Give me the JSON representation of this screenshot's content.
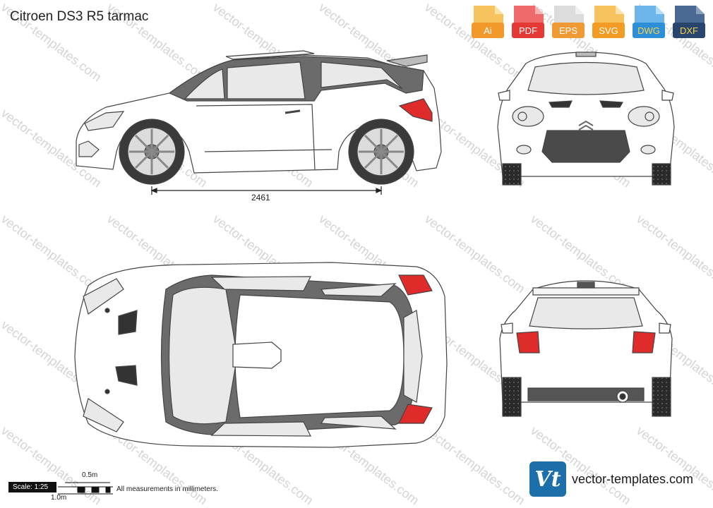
{
  "title": "Citroen DS3 R5 tarmac",
  "formats": [
    {
      "label": "Ai",
      "color": "#f19a2b"
    },
    {
      "label": "PDF",
      "color": "#e53935"
    },
    {
      "label": "EPS",
      "color": "#ef9a32"
    },
    {
      "label": "SVG",
      "color": "#f39c24"
    },
    {
      "label": "DWG",
      "color": "#2d8fd8"
    },
    {
      "label": "DXF",
      "color": "#27456d"
    }
  ],
  "dimension": "2461",
  "scale": {
    "label": "Scale: 1:25",
    "half": "0.5m",
    "one": "1.0m"
  },
  "note": "All measurements in millimeters.",
  "brand": {
    "logo": "Vt",
    "text": "vector-templates.com"
  },
  "watermark": "vector-templates.com",
  "colors": {
    "body": "#ffffff",
    "glass": "#e9e9e9",
    "frame": "#6b6b6b",
    "light": "#e02b2b",
    "outline": "#444444"
  }
}
